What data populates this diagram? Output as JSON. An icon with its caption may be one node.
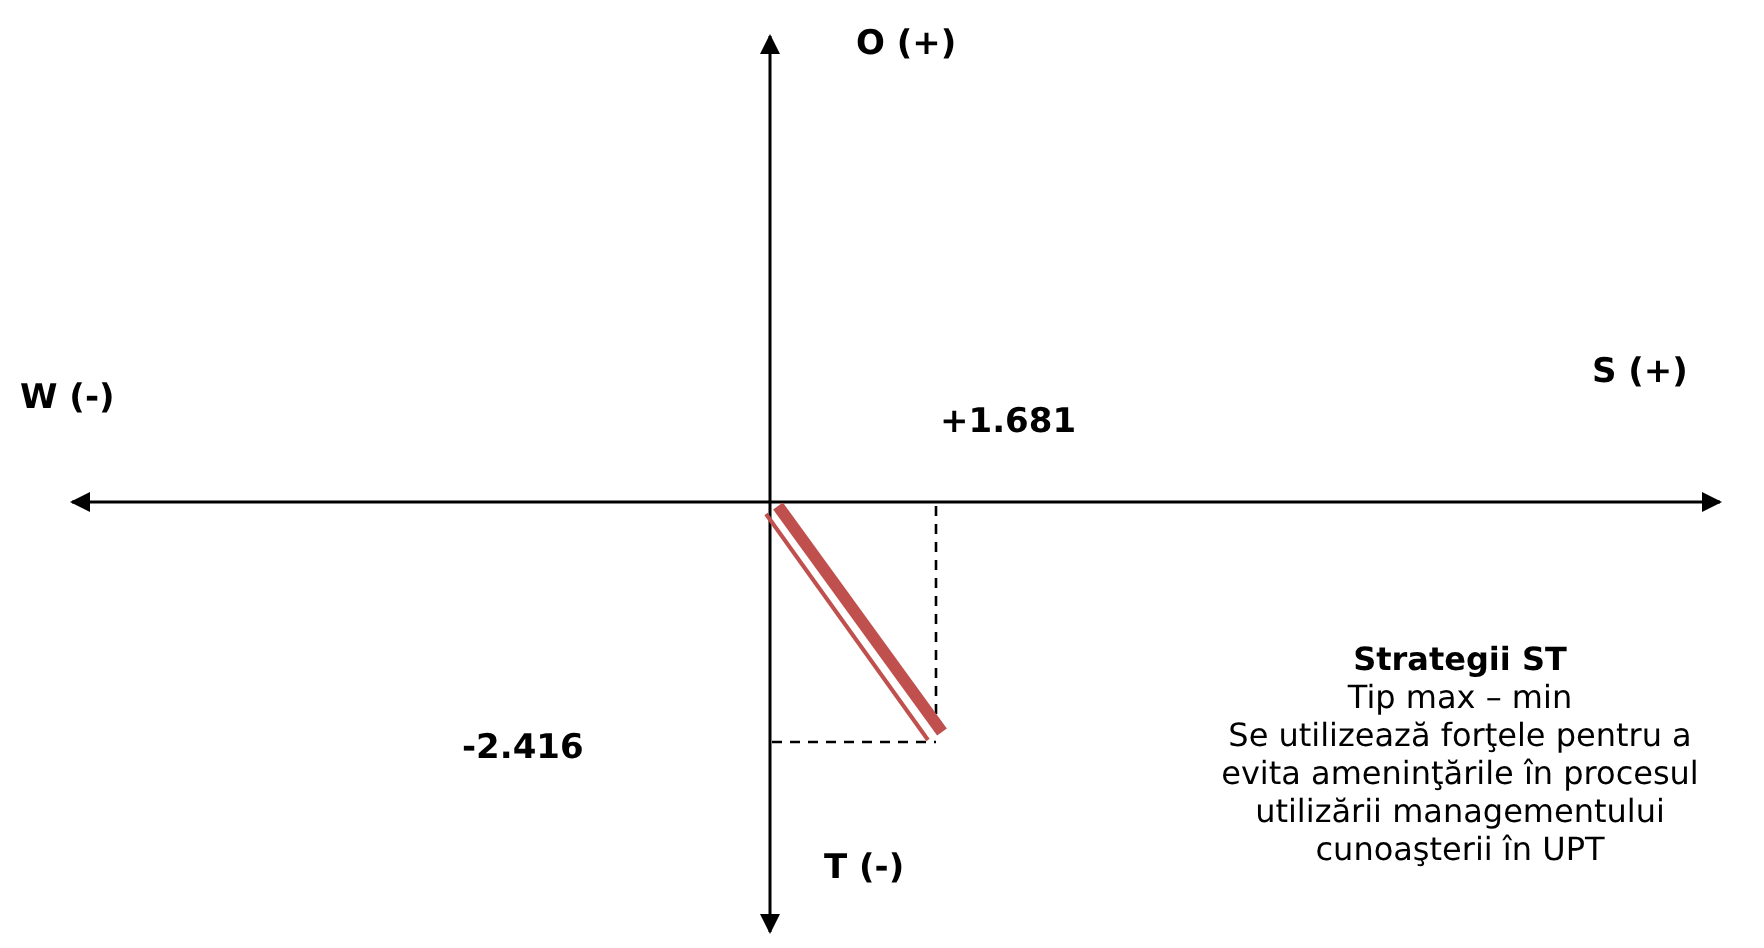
{
  "diagram": {
    "labels": [
      "O (+)",
      "W (-)",
      "S (+)",
      "+1.681",
      "-2.416",
      "T (-)",
      "Strategii ST",
      "Tip max – min",
      "Se utilizează forţele pentru a evita ameninţările în procesul utilizării managementului cunoaşterii în UPT"
    ]
  }
}
